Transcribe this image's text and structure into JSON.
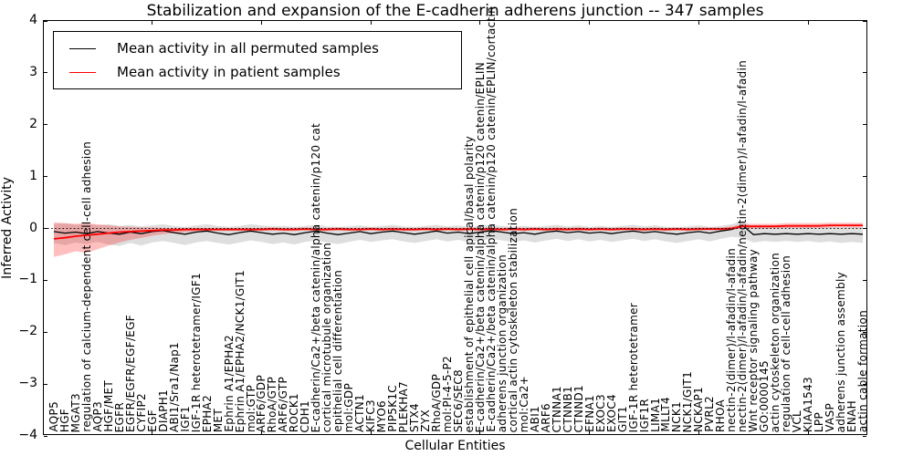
{
  "title": "Stabilization and expansion of the E-cadherin adherens junction -- 347 samples",
  "axes": {
    "xlabel": "Cellular Entities",
    "ylabel": "Inferred Activity",
    "ytick_labels": [
      "4",
      "3",
      "2",
      "1",
      "0",
      "−1",
      "−2",
      "−3",
      "−4"
    ],
    "ytick_values": [
      4,
      3,
      2,
      1,
      0,
      -1,
      -2,
      -3,
      -4
    ],
    "ylim": [
      -4,
      4
    ]
  },
  "legend": {
    "items": [
      {
        "label": "Mean activity in all permuted samples",
        "color": "#000000"
      },
      {
        "label": "Mean activity in patient samples",
        "color": "#ff0000"
      }
    ]
  },
  "chart_data": {
    "type": "line",
    "title": "Stabilization and expansion of the E-cadherin adherens junction -- 347 samples",
    "xlabel": "Cellular Entities",
    "ylabel": "Inferred Activity",
    "ylim": [
      -4,
      4
    ],
    "grid": false,
    "zero_line": {
      "style": "dotted",
      "color": "#000000",
      "y": 0
    },
    "legend_position": "upper left",
    "categories": [
      "AQP5",
      "HGF",
      "MGAT3",
      "regulation of calcium-dependent cell-cell adhesion",
      "AQP3",
      "HGF/MET",
      "EGFR",
      "EGFR/EGFR/EGF/EGF",
      "CYFIP2",
      "EGF",
      "DIAPH1",
      "ABI1/Sra1/Nap1",
      "IGF1",
      "IGF-1R heterotetramer/IGF1",
      "EPHA2",
      "MET",
      "Ephrin A1/EPHA2",
      "Ephrin A1/EPHA2/NCK1/GIT1",
      "mol:GTP",
      "ARF6/GDP",
      "RhoA/GTP",
      "ARF6/GTP",
      "ROCK1",
      "CDH1",
      "E-cadherin/Ca2+/beta catenin/alpha catenin/p120 cat",
      "cortical microtubule organization",
      "epithelial cell differentiation",
      "mol:GDP",
      "ACTN1",
      "KIFC3",
      "MYO6",
      "PIP5K1C",
      "PLEKHA7",
      "STX4",
      "ZYX",
      "RhoA/GDP",
      "mol:PI-4-5-P2",
      "SEC6/SEC8",
      "establishment of epithelial cell apical/basal polarity",
      "E-cadherin/Ca2+/beta catenin/alpha catenin/p120 catenin/EPLIN",
      "E-cadherin/Ca2+/beta catenin/alpha catenin/p120 catenin/EPLIN/cortactin",
      "adherens junction organization",
      "cortical actin cytoskeleton stabilization",
      "mol:Ca2+",
      "ABI1",
      "ARF6",
      "CTNNA1",
      "CTNNB1",
      "CTNND1",
      "EFNA1",
      "EXOC3",
      "EXOC4",
      "GIT1",
      "IGF-1R heterotetramer",
      "IGF1R",
      "LIMA1",
      "MLLT4",
      "NCK1",
      "NCK1/GIT1",
      "NCKAP1",
      "PVRL2",
      "RHOA",
      "nectin-2(dimer)/l-afadin/l-afadin",
      "nectin-2(dimer)/l-afadin/l-afadin/nectin-2(dimer)/l-afadin/l-afadin",
      "Wnt receptor signaling pathway",
      "GO:0000145",
      "actin cytoskeleton organization",
      "regulation of cell-cell adhesion",
      "VCL",
      "KIAA1543",
      "LPP",
      "VASP",
      "adherens junction assembly",
      "ENAH",
      "actin cable formation"
    ],
    "series": [
      {
        "name": "Mean activity in all permuted samples",
        "color": "#000000",
        "values": [
          -0.06,
          -0.09,
          -0.07,
          -0.1,
          -0.06,
          -0.09,
          -0.11,
          -0.07,
          -0.1,
          -0.06,
          -0.04,
          -0.08,
          -0.11,
          -0.07,
          -0.05,
          -0.09,
          -0.12,
          -0.08,
          -0.05,
          -0.08,
          -0.11,
          -0.09,
          -0.12,
          -0.08,
          -0.05,
          -0.09,
          -0.12,
          -0.09,
          -0.06,
          -0.1,
          -0.07,
          -0.05,
          -0.08,
          -0.11,
          -0.08,
          -0.05,
          -0.09,
          -0.07,
          -0.1,
          -0.07,
          -0.04,
          -0.07,
          -0.1,
          -0.08,
          -0.11,
          -0.07,
          -0.05,
          -0.08,
          -0.06,
          -0.09,
          -0.07,
          -0.1,
          -0.07,
          -0.05,
          -0.08,
          -0.06,
          -0.09,
          -0.11,
          -0.08,
          -0.06,
          -0.09,
          -0.05,
          -0.02,
          0.06,
          -0.12,
          -0.1,
          -0.11,
          -0.1,
          -0.11,
          -0.1,
          -0.11,
          -0.1,
          -0.11,
          -0.1,
          -0.11
        ]
      },
      {
        "name": "Mean activity in patient samples",
        "color": "#ff0000",
        "values": [
          -0.2,
          -0.18,
          -0.15,
          -0.13,
          -0.11,
          -0.09,
          -0.07,
          -0.06,
          -0.05,
          -0.04,
          -0.03,
          -0.03,
          -0.02,
          -0.02,
          -0.02,
          -0.02,
          -0.02,
          -0.02,
          -0.02,
          -0.02,
          -0.01,
          -0.02,
          -0.02,
          -0.01,
          -0.02,
          -0.02,
          -0.01,
          -0.02,
          -0.02,
          -0.01,
          -0.02,
          -0.01,
          -0.02,
          -0.02,
          -0.01,
          -0.02,
          -0.01,
          -0.02,
          -0.01,
          -0.02,
          -0.01,
          -0.02,
          -0.01,
          -0.02,
          -0.01,
          -0.02,
          -0.01,
          -0.02,
          -0.01,
          -0.02,
          -0.01,
          -0.02,
          -0.01,
          -0.01,
          -0.02,
          -0.01,
          -0.02,
          -0.01,
          -0.02,
          -0.01,
          -0.01,
          -0.01,
          0.0,
          0.04,
          0.04,
          0.04,
          0.04,
          0.05,
          0.05,
          0.05,
          0.05,
          0.06,
          0.06,
          0.06,
          0.06
        ]
      }
    ],
    "bands": [
      {
        "name": "permuted-samples-band",
        "color": "#999999",
        "opacity": 0.32,
        "upper": [
          0.08,
          0.1,
          0.07,
          0.09,
          0.06,
          0.08,
          0.05,
          0.07,
          0.04,
          0.06,
          0.08,
          0.05,
          0.03,
          0.06,
          0.08,
          0.05,
          0.03,
          0.05,
          0.08,
          0.06,
          0.04,
          0.05,
          0.03,
          0.05,
          0.07,
          0.04,
          0.03,
          0.04,
          0.06,
          0.03,
          0.05,
          0.07,
          0.04,
          0.03,
          0.05,
          0.07,
          0.04,
          0.06,
          0.03,
          0.05,
          0.07,
          0.05,
          0.03,
          0.05,
          0.03,
          0.05,
          0.07,
          0.04,
          0.06,
          0.03,
          0.05,
          0.03,
          0.05,
          0.07,
          0.04,
          0.06,
          0.03,
          0.02,
          0.04,
          0.06,
          0.03,
          0.05,
          0.08,
          0.14,
          0.02,
          0.03,
          0.02,
          0.03,
          0.02,
          0.03,
          0.02,
          0.03,
          0.02,
          0.03,
          0.02
        ],
        "lower": [
          -0.28,
          -0.32,
          -0.27,
          -0.3,
          -0.26,
          -0.31,
          -0.34,
          -0.28,
          -0.33,
          -0.27,
          -0.24,
          -0.28,
          -0.32,
          -0.27,
          -0.24,
          -0.28,
          -0.31,
          -0.27,
          -0.23,
          -0.26,
          -0.3,
          -0.27,
          -0.31,
          -0.26,
          -0.23,
          -0.27,
          -0.3,
          -0.26,
          -0.22,
          -0.26,
          -0.23,
          -0.21,
          -0.25,
          -0.28,
          -0.24,
          -0.21,
          -0.25,
          -0.22,
          -0.26,
          -0.23,
          -0.2,
          -0.23,
          -0.26,
          -0.23,
          -0.27,
          -0.23,
          -0.2,
          -0.24,
          -0.21,
          -0.25,
          -0.22,
          -0.26,
          -0.23,
          -0.2,
          -0.24,
          -0.21,
          -0.25,
          -0.28,
          -0.24,
          -0.21,
          -0.25,
          -0.2,
          -0.16,
          -0.18,
          -0.27,
          -0.24,
          -0.26,
          -0.24,
          -0.26,
          -0.24,
          -0.27,
          -0.25,
          -0.28,
          -0.26,
          -0.28
        ]
      },
      {
        "name": "patient-samples-band",
        "color": "#ff0000",
        "opacity": 0.25,
        "upper": [
          0.12,
          0.1,
          0.09,
          0.1,
          0.08,
          0.06,
          0.04,
          0.03,
          0.02,
          0.02,
          0.01,
          0.01,
          0.01,
          0.01,
          0.01,
          0.01,
          0.01,
          0.01,
          0.01,
          0.01,
          0.02,
          0.01,
          0.01,
          0.02,
          0.01,
          0.01,
          0.02,
          0.01,
          0.01,
          0.02,
          0.01,
          0.02,
          0.01,
          0.01,
          0.02,
          0.01,
          0.02,
          0.01,
          0.02,
          0.01,
          0.02,
          0.01,
          0.02,
          0.01,
          0.02,
          0.01,
          0.02,
          0.01,
          0.02,
          0.01,
          0.02,
          0.01,
          0.02,
          0.02,
          0.01,
          0.02,
          0.01,
          0.02,
          0.01,
          0.02,
          0.02,
          0.02,
          0.04,
          0.09,
          0.09,
          0.09,
          0.09,
          0.1,
          0.1,
          0.1,
          0.1,
          0.11,
          0.11,
          0.11,
          0.11
        ],
        "lower": [
          -0.55,
          -0.5,
          -0.44,
          -0.47,
          -0.4,
          -0.33,
          -0.27,
          -0.22,
          -0.18,
          -0.14,
          -0.11,
          -0.09,
          -0.07,
          -0.06,
          -0.05,
          -0.05,
          -0.05,
          -0.05,
          -0.05,
          -0.05,
          -0.04,
          -0.05,
          -0.05,
          -0.04,
          -0.05,
          -0.05,
          -0.04,
          -0.05,
          -0.05,
          -0.04,
          -0.05,
          -0.04,
          -0.05,
          -0.05,
          -0.04,
          -0.05,
          -0.04,
          -0.05,
          -0.04,
          -0.05,
          -0.04,
          -0.05,
          -0.04,
          -0.05,
          -0.04,
          -0.05,
          -0.04,
          -0.05,
          -0.04,
          -0.05,
          -0.04,
          -0.05,
          -0.04,
          -0.04,
          -0.05,
          -0.04,
          -0.05,
          -0.04,
          -0.05,
          -0.04,
          -0.04,
          -0.04,
          -0.03,
          0.0,
          0.0,
          0.0,
          0.0,
          0.01,
          0.01,
          0.01,
          0.01,
          0.02,
          0.02,
          0.02,
          0.02
        ]
      }
    ]
  }
}
